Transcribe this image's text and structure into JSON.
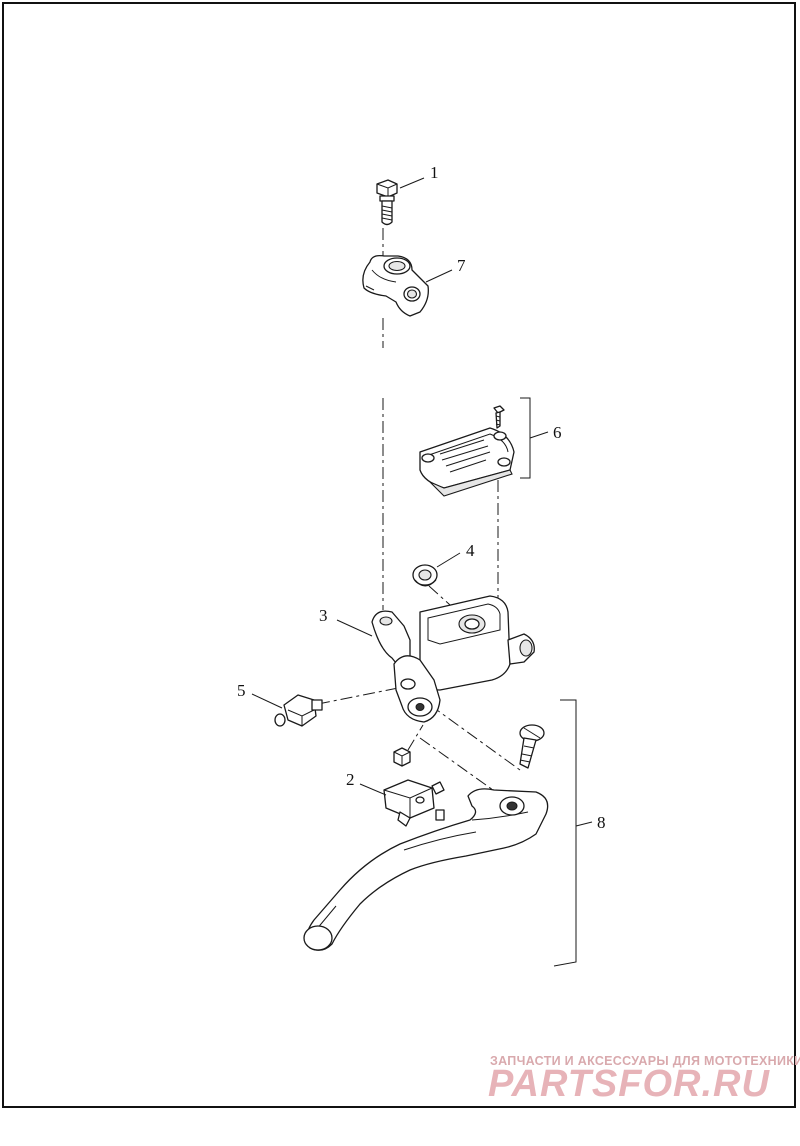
{
  "diagram": {
    "callouts": [
      {
        "id": "1",
        "label": "1"
      },
      {
        "id": "2",
        "label": "2"
      },
      {
        "id": "3",
        "label": "3"
      },
      {
        "id": "4",
        "label": "4"
      },
      {
        "id": "5",
        "label": "5"
      },
      {
        "id": "6",
        "label": "6"
      },
      {
        "id": "7",
        "label": "7"
      },
      {
        "id": "8",
        "label": "8"
      }
    ]
  },
  "watermark": {
    "tagline": "ЗАПЧАСТИ И АКСЕССУАРЫ ДЛЯ МОТОТЕХНИКИ",
    "logo": "PARTSFOR.RU",
    "color": "#e0a8ad"
  }
}
